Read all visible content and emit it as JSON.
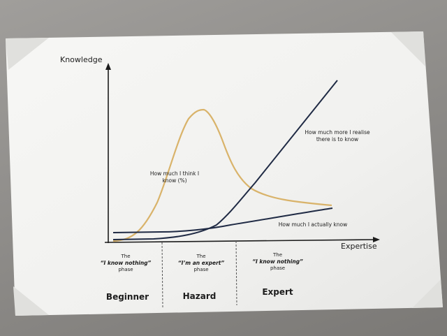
{
  "figure": {
    "y_axis_label": "Knowledge",
    "x_axis_label": "Expertise",
    "curves": [
      {
        "label_lines": [
          "How much I think I",
          "know (%)"
        ],
        "color": "#d9b36a"
      },
      {
        "label_lines": [
          "How much more I realise",
          "there is to know"
        ],
        "color": "#1f2a44"
      },
      {
        "label_lines": [
          "How much I actually know"
        ],
        "color": "#1f2a44"
      }
    ],
    "phases": [
      {
        "the": "The",
        "quote": "“I know nothing”",
        "phase": "phase",
        "name": "Beginner"
      },
      {
        "the": "The",
        "quote": "“I’m an expert”",
        "phase": "phase",
        "name": "Hazard"
      },
      {
        "the": "The",
        "quote": "“I know nothing”",
        "phase": "phase",
        "name": "Expert"
      }
    ]
  },
  "colors": {
    "wall": "#8f8d8a",
    "paper": "#f4f4f2",
    "ink": "#1c1c1c",
    "think_curve": "#d9b36a",
    "line_curve": "#1f2a44"
  }
}
